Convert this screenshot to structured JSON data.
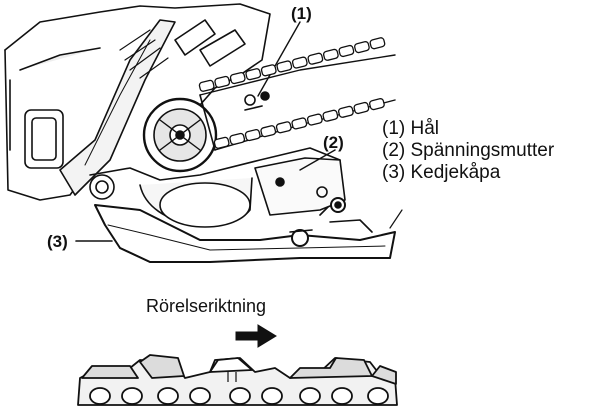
{
  "callouts": {
    "c1": "(1)",
    "c2": "(2)",
    "c3": "(3)"
  },
  "legend": [
    "(1) Hål",
    "(2) Spänningsmutter",
    "(3) Kedjekåpa"
  ],
  "direction_label": "Rörelseriktning",
  "colors": {
    "ink": "#111111",
    "paper": "#ffffff",
    "shade": "#d9d9d9"
  }
}
